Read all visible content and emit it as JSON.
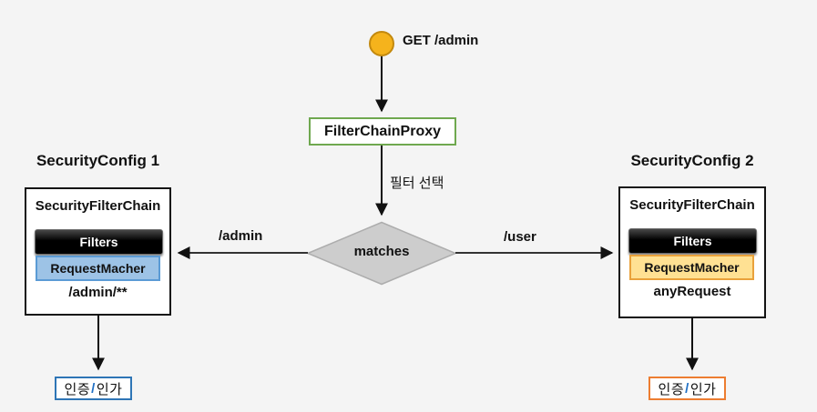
{
  "diagram": {
    "request": {
      "label": "GET /admin"
    },
    "proxy": {
      "label": "FilterChainProxy"
    },
    "filter_select_label": "필터 선택",
    "decision": {
      "label": "matches"
    },
    "edges": {
      "left_label": "/admin",
      "right_label": "/user"
    },
    "config1": {
      "title": "SecurityConfig 1",
      "chain_label": "SecurityFilterChain",
      "filters_label": "Filters",
      "matcher_label": "RequestMacher",
      "pattern": "/admin/**",
      "auth": {
        "pre": "인증",
        "slash": "/",
        "post": "인가"
      }
    },
    "config2": {
      "title": "SecurityConfig 2",
      "chain_label": "SecurityFilterChain",
      "filters_label": "Filters",
      "matcher_label": "RequestMacher",
      "pattern": "anyRequest",
      "auth": {
        "pre": "인증",
        "slash": "/",
        "post": "인가"
      }
    },
    "colors": {
      "background": "#f4f4f4",
      "start_circle_fill": "#f5b31c",
      "start_circle_border": "#c3890e",
      "proxy_border_green": "#6fa84f",
      "decision_fill": "#cdcdcd",
      "decision_border": "#adadad",
      "filters_fill": "#000000",
      "matcher_blue_fill": "#9dc3e6",
      "matcher_blue_border": "#5b9bd5",
      "matcher_gold_fill": "#ffe193",
      "matcher_gold_border": "#e9a13b",
      "auth_left_border": "#2e75b6",
      "auth_right_border": "#ed7d31",
      "arrow": "#222222"
    }
  }
}
